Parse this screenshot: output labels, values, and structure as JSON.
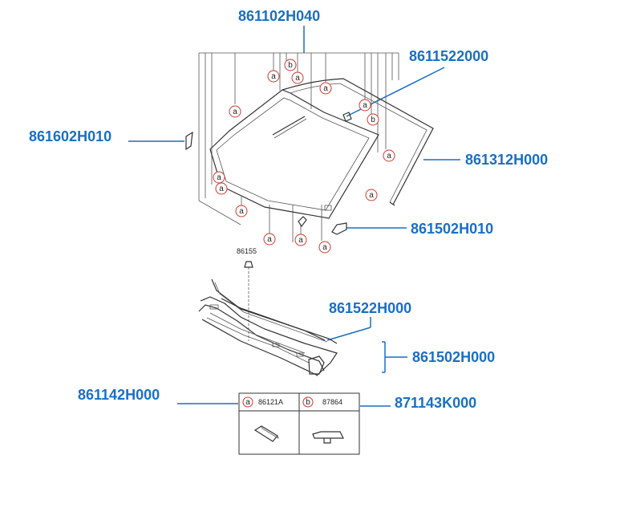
{
  "part_numbers": {
    "windshield_glass": "861102H040",
    "clip_top": "8611522000",
    "molding_left": "861602H010",
    "weatherstrip_right": "861312H000",
    "bracket_right": "861502H010",
    "cowl_top_ref": "86155",
    "cowl_seal": "861522H000",
    "cowl_panel": "861502H000",
    "dam_left": "861142H000",
    "fastener_right": "871143K000"
  },
  "legend": {
    "a_letter": "a",
    "a_code": "86121A",
    "b_letter": "b",
    "b_code": "87864"
  },
  "callout_letters": {
    "a": "a",
    "b": "b"
  },
  "colors": {
    "label_blue": "#1a6fc4",
    "callout_red": "#d0392b",
    "line_dark": "#333333"
  }
}
